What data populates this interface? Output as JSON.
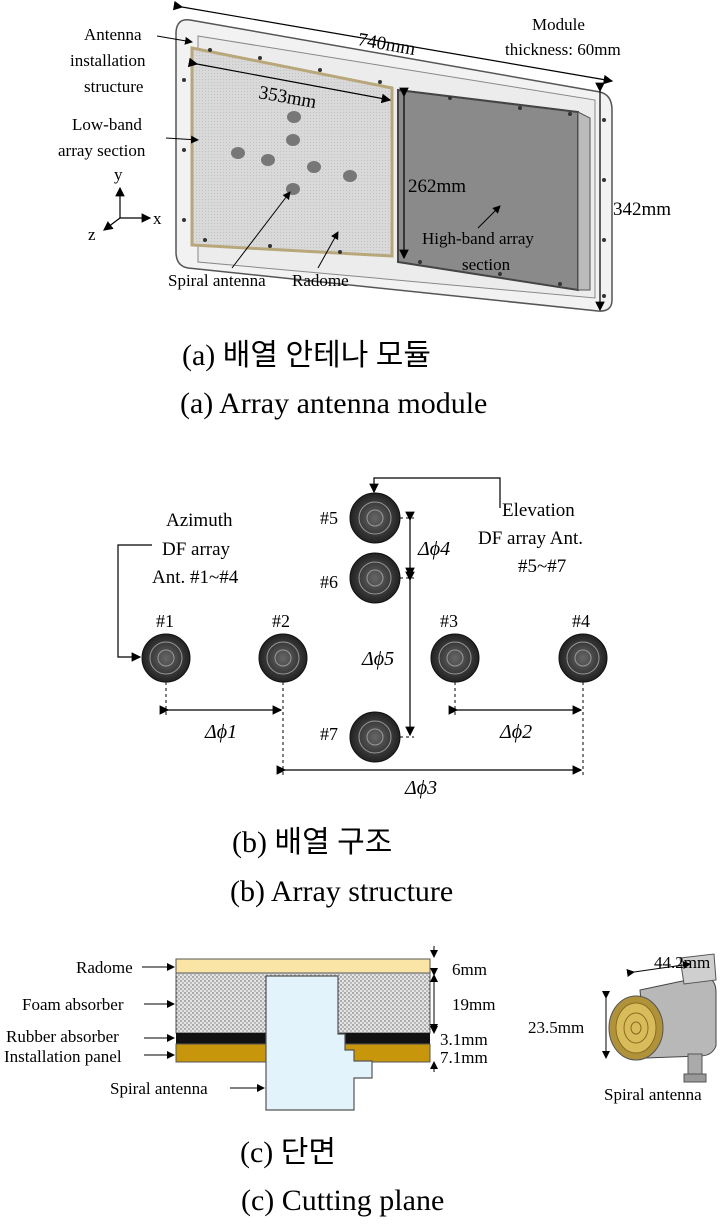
{
  "module": {
    "labels": {
      "antenna_structure": [
        "Antenna",
        "installation",
        "structure"
      ],
      "lowband": [
        "Low-band",
        "array section"
      ],
      "module_thickness": [
        "Module",
        "thickness: 60mm"
      ],
      "highband": [
        "High-band array",
        "section"
      ],
      "spiral": "Spiral antenna",
      "radome": "Radome"
    },
    "dims": {
      "length": "740mm",
      "lowband_width": "353mm",
      "inner_height": "262mm",
      "height": "342mm"
    },
    "axes": {
      "y": "y",
      "z": "z",
      "x": "x"
    }
  },
  "structure": {
    "azimuth_label": [
      "Azimuth",
      "DF array",
      "Ant. #1~#4"
    ],
    "elevation_label": [
      "Elevation",
      "DF array Ant.",
      "#5~#7"
    ],
    "antennas": [
      "#1",
      "#2",
      "#3",
      "#4",
      "#5",
      "#6",
      "#7"
    ],
    "phase_labels": [
      "Δϕ1",
      "Δϕ2",
      "Δϕ3",
      "Δϕ4",
      "Δϕ5"
    ]
  },
  "section": {
    "layers": [
      "Radome",
      "Foam absorber",
      "Rubber absorber",
      "Installation panel",
      "Spiral antenna"
    ],
    "thickness": [
      "6mm",
      "19mm",
      "3.1mm",
      "7.1mm"
    ],
    "spiral_dims": {
      "width": "44.2mm",
      "height": "23.5mm",
      "label": "Spiral antenna"
    }
  },
  "captions": {
    "a_kr": "(a)  배열  안테나  모듈",
    "a_en": "(a)  Array  antenna  module",
    "b_kr": "(b)  배열  구조",
    "b_en": "(b)  Array  structure",
    "c_kr": "(c)  단면",
    "c_en": "(c)  Cutting  plane"
  },
  "colors": {
    "radome": "#fbe5a6",
    "panel": "#c8960a",
    "rubber": "#111111",
    "highband": "#8a8a8a",
    "lowband": "#d8d8d8"
  }
}
